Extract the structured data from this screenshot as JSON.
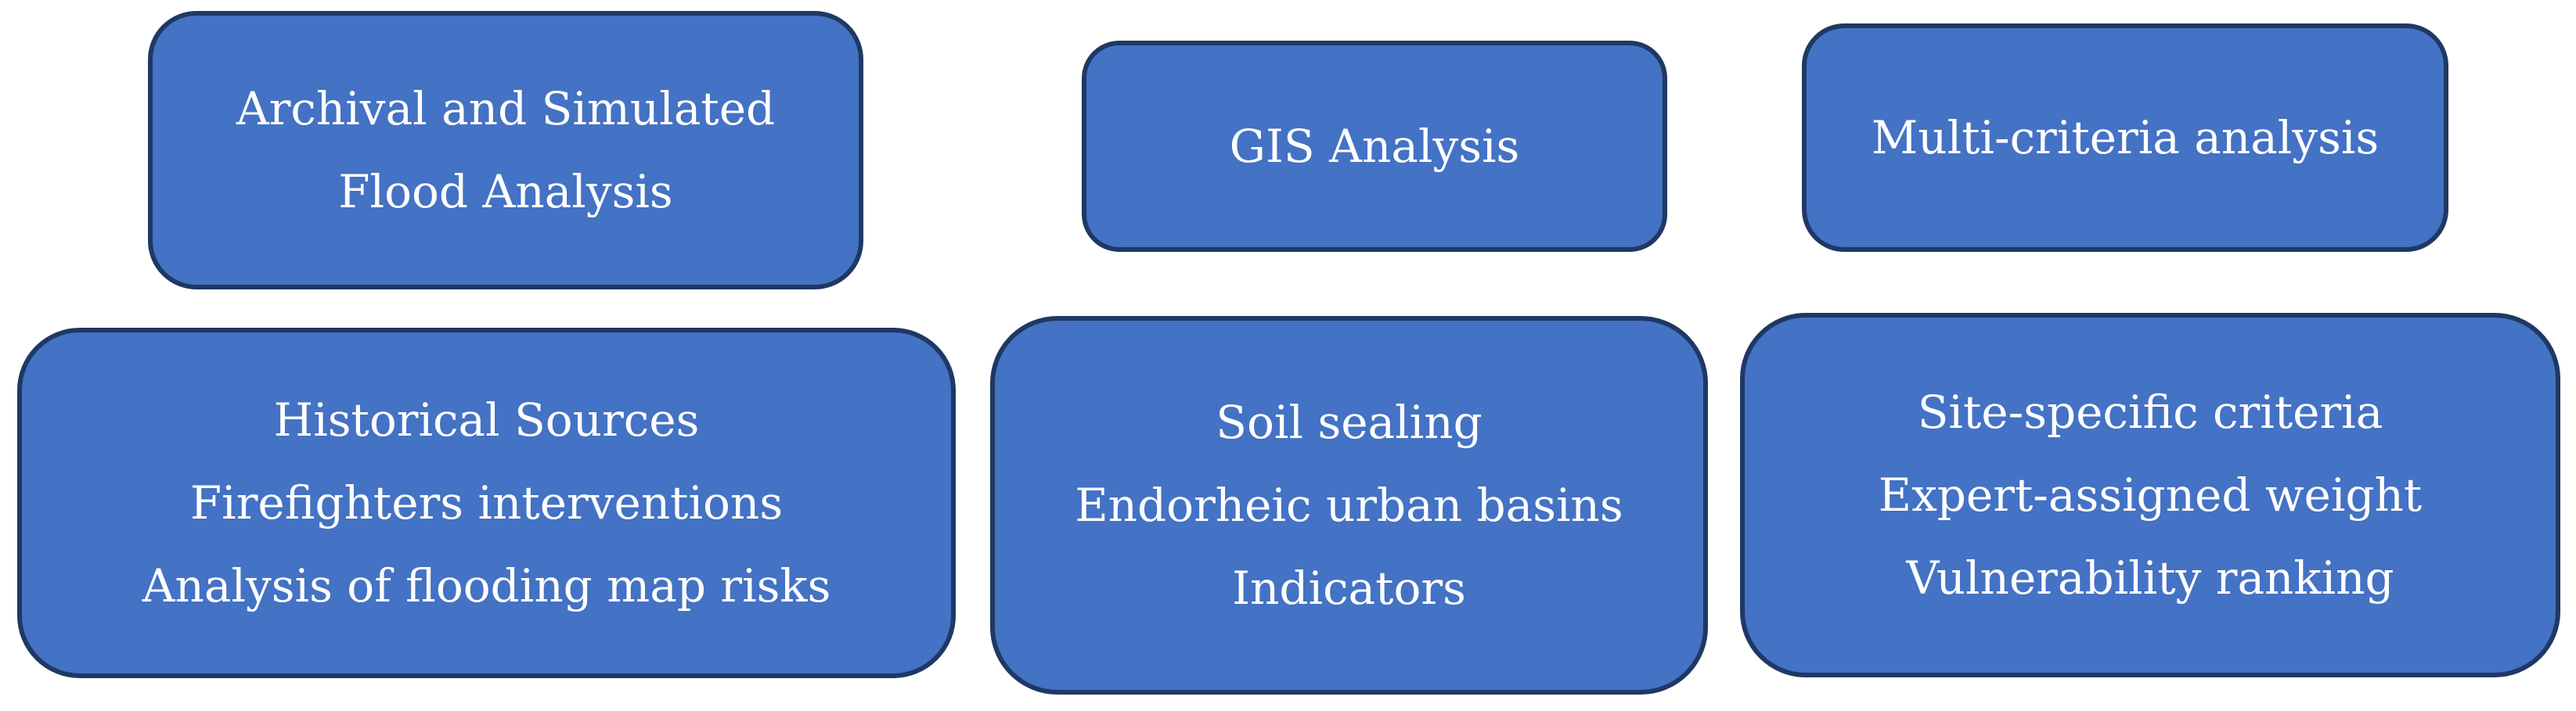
{
  "colors": {
    "box_fill": "#4472c4",
    "box_border": "#1f3864",
    "text": "#ffffff",
    "background": "#ffffff"
  },
  "top_row": {
    "archival": {
      "lines": [
        "Archival and Simulated",
        "Flood Analysis"
      ]
    },
    "gis": {
      "lines": [
        "GIS Analysis"
      ]
    },
    "mca": {
      "lines": [
        "Multi-criteria analysis"
      ]
    }
  },
  "bottom_row": {
    "historical": {
      "lines": [
        "Historical Sources",
        "Firefighters interventions",
        "Analysis of flooding map risks"
      ]
    },
    "soil": {
      "lines": [
        "Soil sealing",
        "Endorheic urban basins",
        "Indicators"
      ]
    },
    "site": {
      "lines": [
        "Site-specific criteria",
        "Expert-assigned weight",
        "Vulnerability ranking"
      ]
    }
  }
}
